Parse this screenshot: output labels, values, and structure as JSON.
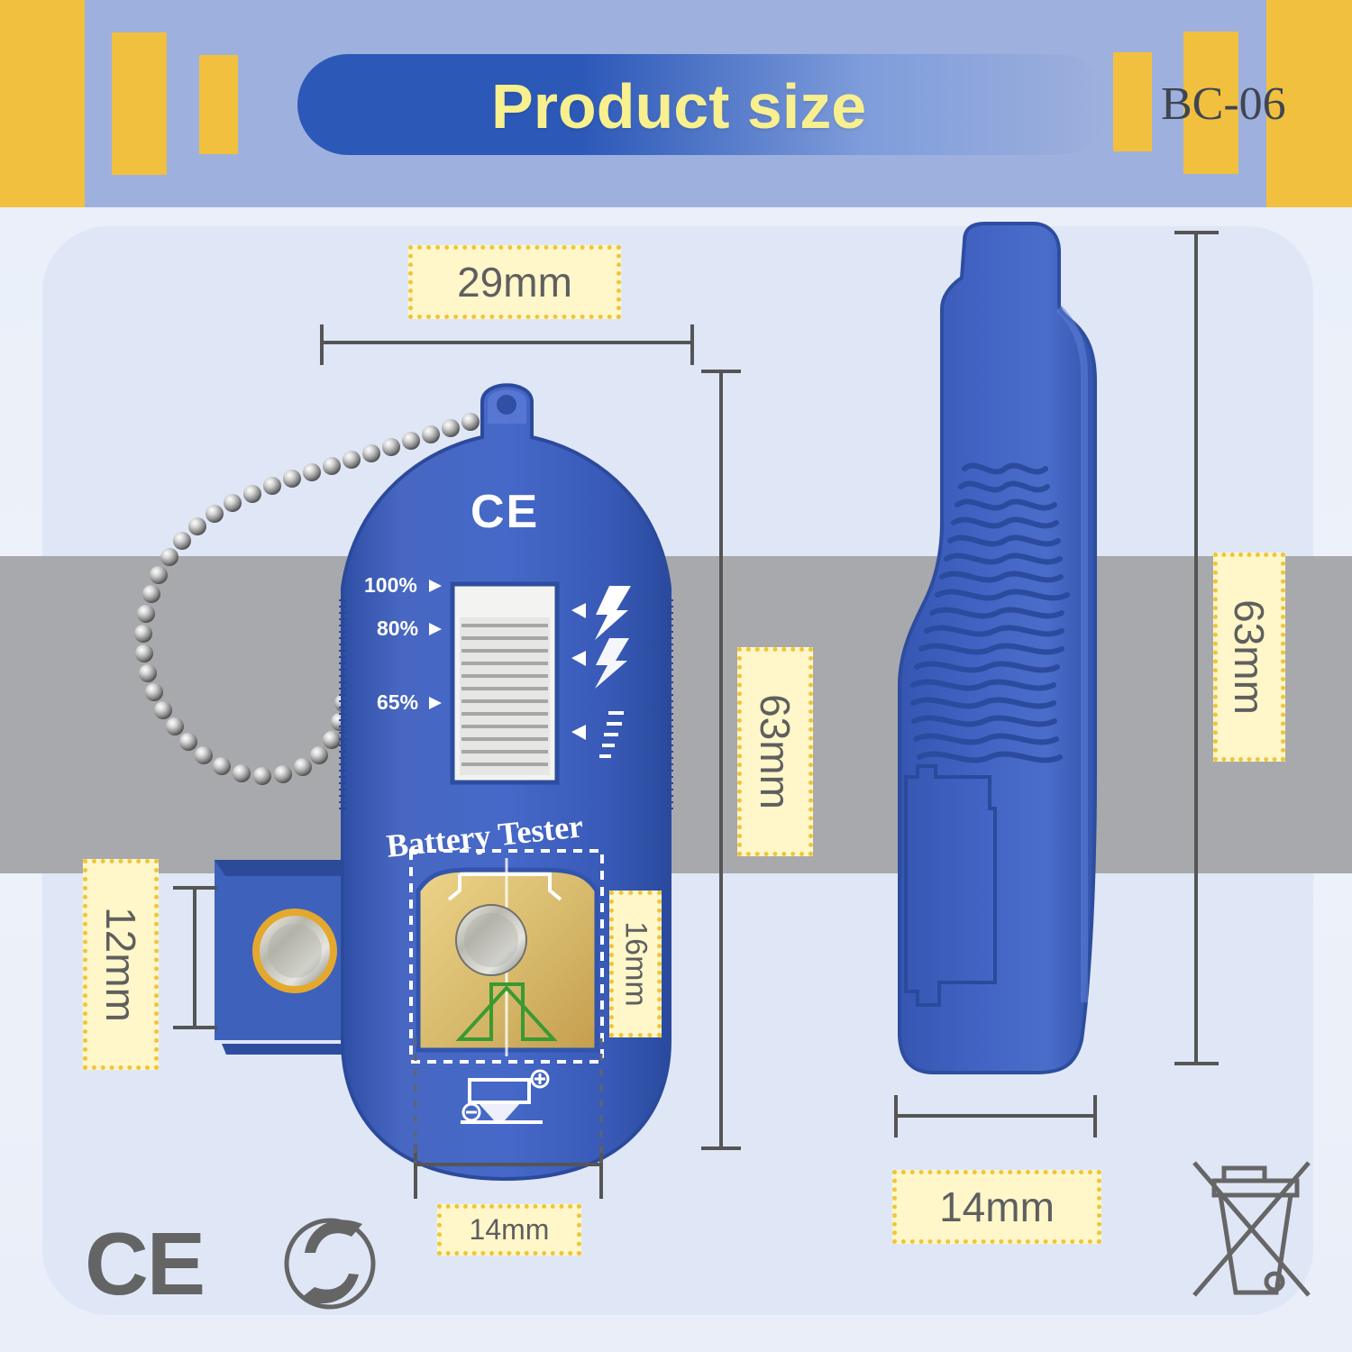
{
  "header": {
    "title": "Product size",
    "model_code": "BC-06"
  },
  "product": {
    "ce_mark": "CE",
    "level_labels": [
      "100%",
      "80%",
      "65%"
    ],
    "device_label": "Battery Tester"
  },
  "dimensions": {
    "front_width": "29mm",
    "front_height": "63mm",
    "battery_height": "12mm",
    "slot_height": "16mm",
    "slot_width": "14mm",
    "side_height": "63mm",
    "side_thickness": "14mm"
  },
  "colors": {
    "header_background": "#9eb0dd",
    "accent_yellow": "#f1c03e",
    "device_blue": "#3b5fb8",
    "title_text": "#f8ef8e"
  },
  "icons": {
    "ce": "ce-icon",
    "recycle": "recycle-icon",
    "weee": "crossed-out-bin-icon"
  }
}
